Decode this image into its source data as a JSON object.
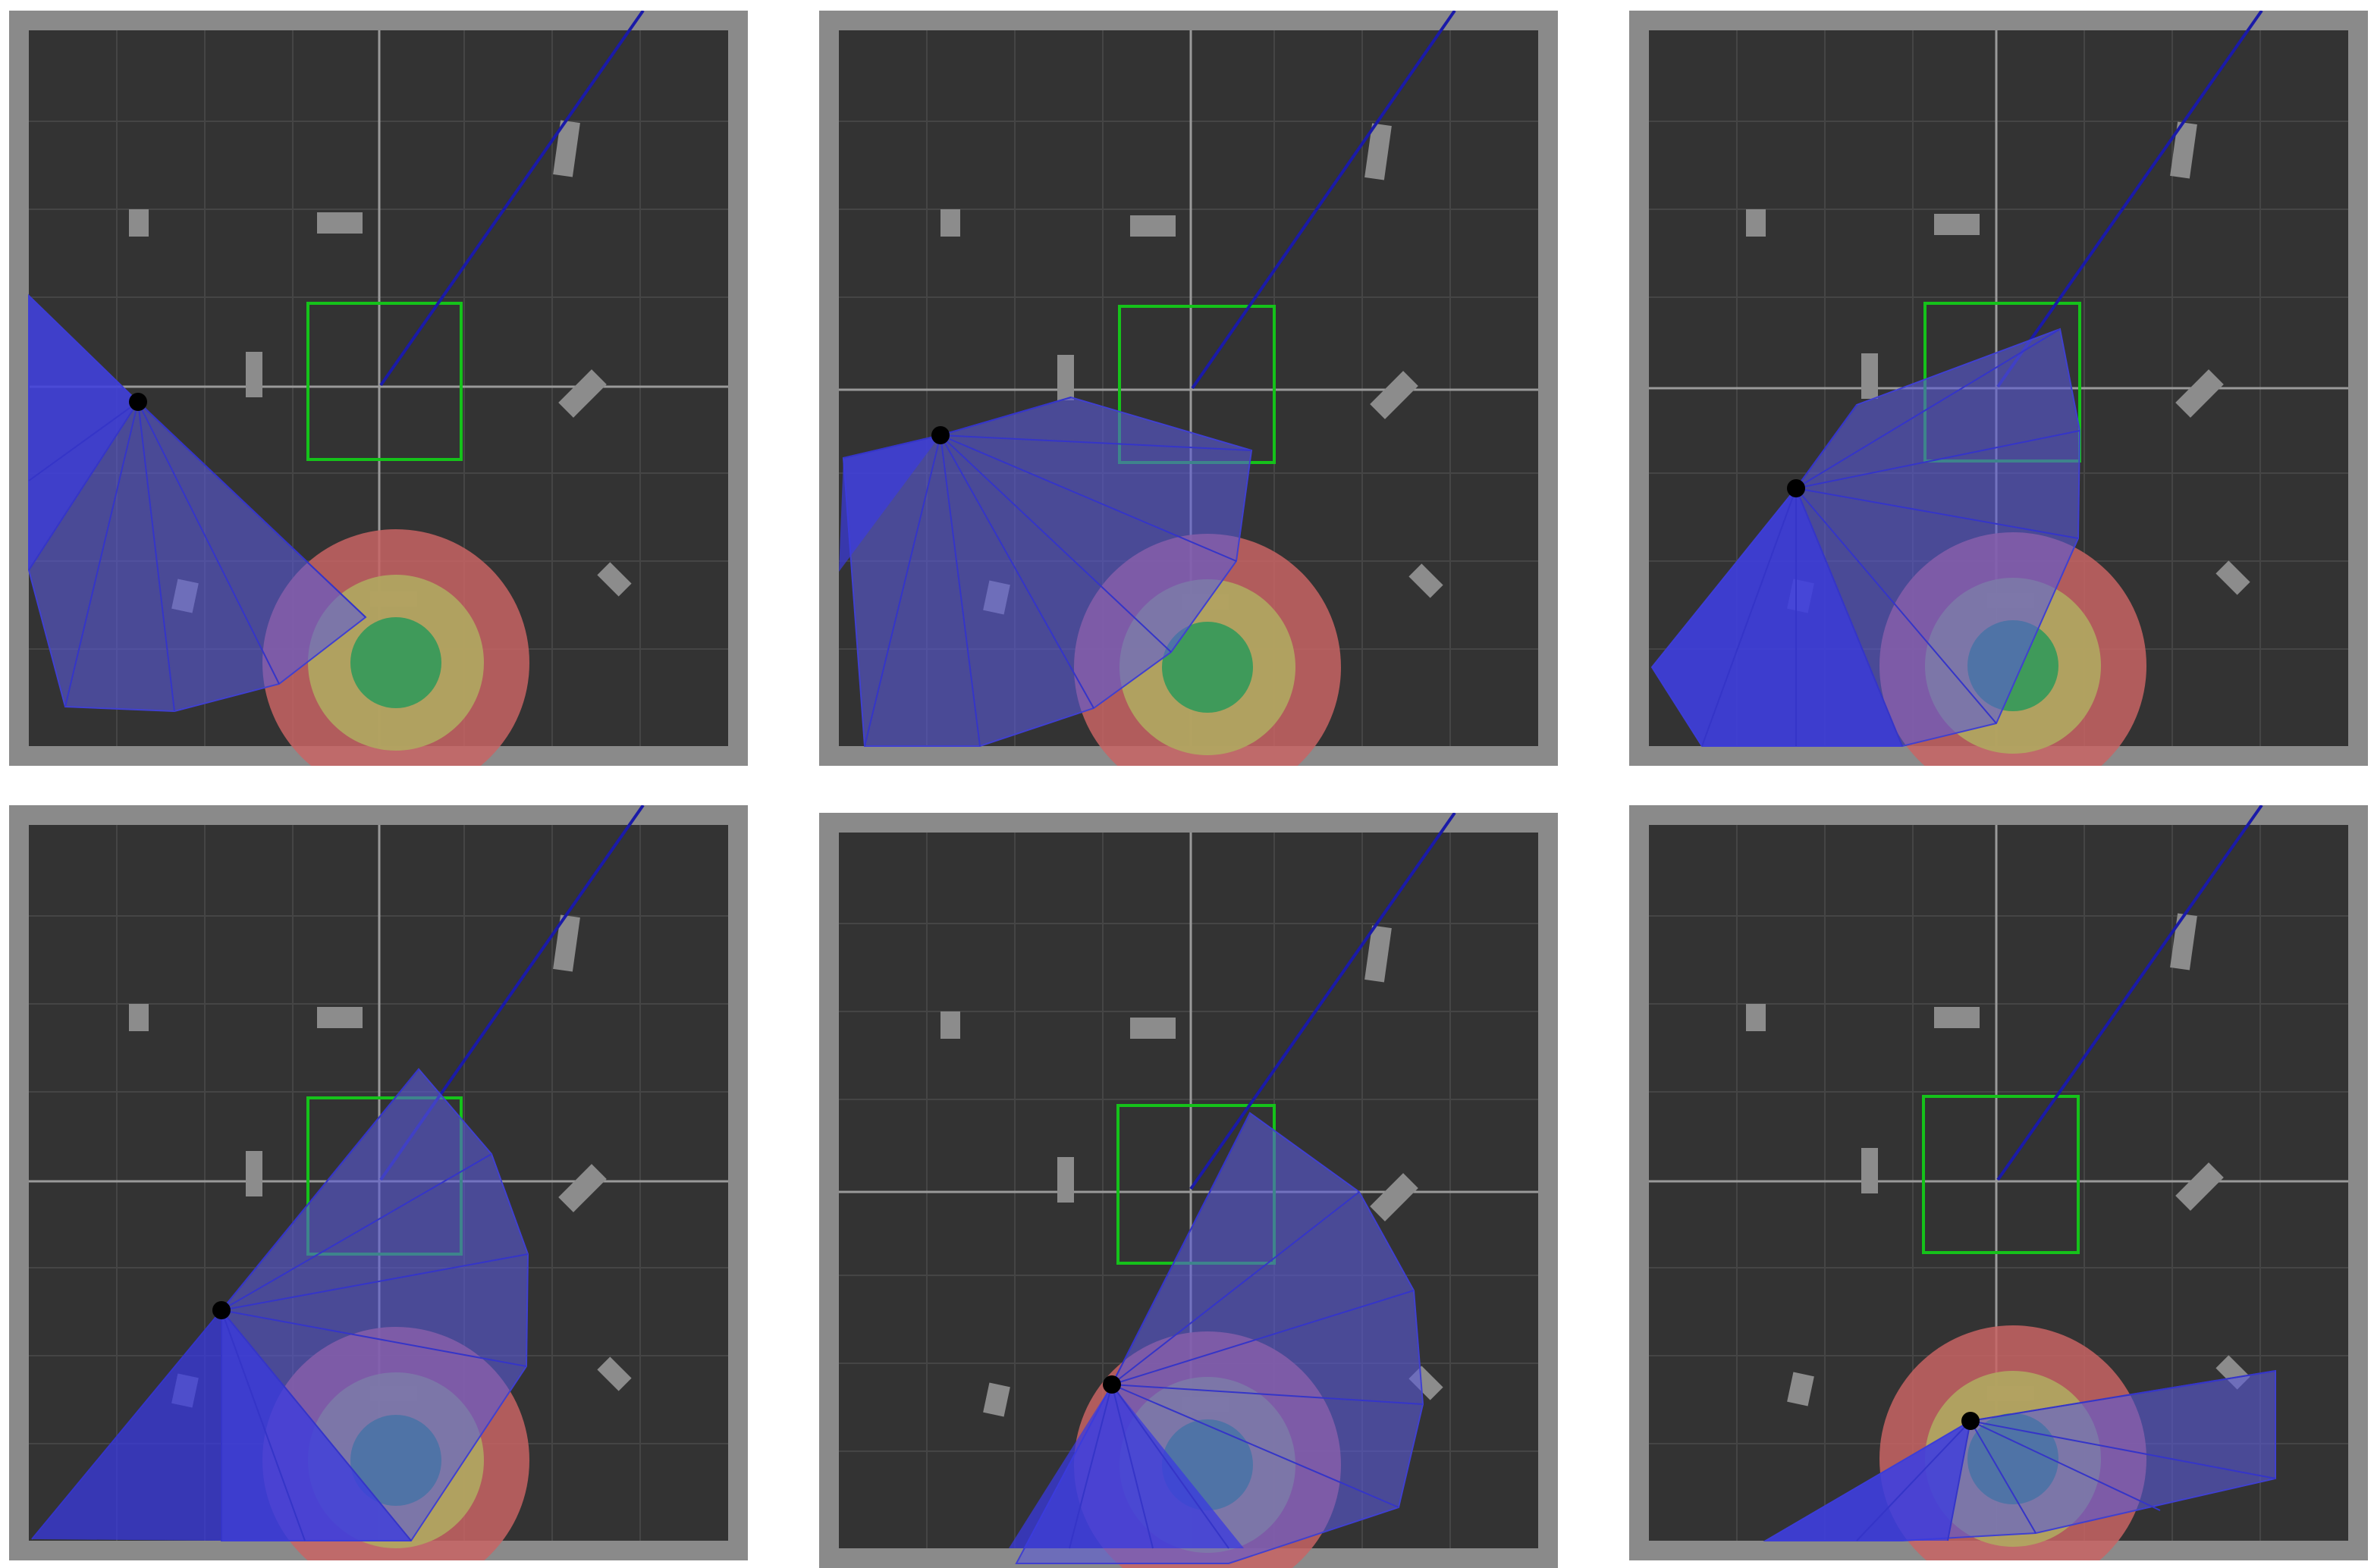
{
  "figure": {
    "panels": [
      {
        "id": "panel-1",
        "row": 1,
        "col": 1,
        "robot_scan": true
      },
      {
        "id": "panel-2",
        "row": 1,
        "col": 2,
        "robot_scan": true
      },
      {
        "id": "panel-3",
        "row": 1,
        "col": 3,
        "robot_scan": true
      },
      {
        "id": "panel-4",
        "row": 2,
        "col": 1,
        "robot_scan": true
      },
      {
        "id": "panel-5",
        "row": 2,
        "col": 2,
        "robot_scan": true
      },
      {
        "id": "panel-6",
        "row": 2,
        "col": 3,
        "robot_scan": true
      }
    ],
    "colors": {
      "wall": "#8a8a8a",
      "floor": "#333333",
      "grid": "#454545",
      "axis": "#9a9a9a",
      "goal_box": "#15c21a",
      "path_line": "#1a1aa8",
      "scan_fill": "#5a5ad8",
      "scan_dense": "#3a3ae0",
      "zone_outer": "#c86464",
      "zone_middle": "#b0a860",
      "zone_inner": "#3f9a5a",
      "robot": "#000000"
    },
    "icons": [
      "obstacle-block-icon",
      "robot-dot-icon"
    ]
  }
}
